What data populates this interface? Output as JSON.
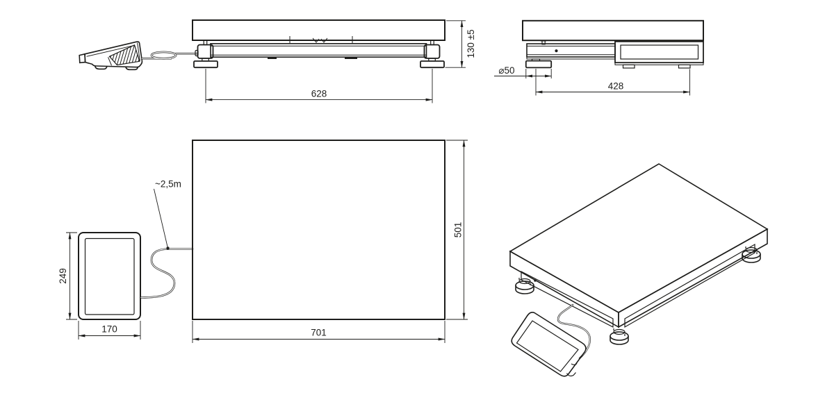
{
  "colors": {
    "background": "#ffffff",
    "line": "#1d1d1b"
  },
  "dimensions": {
    "platform_side": {
      "foot_spacing": "628",
      "overall_height": "130 ±5"
    },
    "platform_end": {
      "foot_diameter": "⌀50",
      "foot_to_edge": "428"
    },
    "indicator_front": {
      "height": "249",
      "width": "170"
    },
    "cable": {
      "length_note": "~2,5m"
    },
    "platform_top": {
      "length": "701",
      "width": "501"
    }
  }
}
